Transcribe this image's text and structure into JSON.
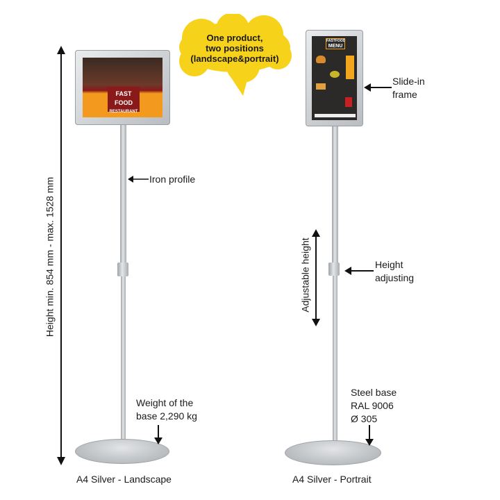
{
  "callout": {
    "lines": [
      "One product,",
      "two positions",
      "(landscape&portrait)"
    ]
  },
  "dimension": {
    "height": "Height min. 854 mm - max. 1528 mm"
  },
  "labels": {
    "iron_profile": "Iron profile",
    "slide_in_frame": [
      "Slide-in",
      "frame"
    ],
    "height_adjusting": [
      "Height",
      "adjusting"
    ],
    "adjustable_height": "Adjustable height",
    "weight": [
      "Weight of  the",
      "base 2,290 kg"
    ],
    "steel_base": [
      "Steel base",
      "RAL 9006",
      "Ø  305"
    ]
  },
  "posters": {
    "landscape": {
      "title": "FAST FOOD",
      "subtitle": "RESTAURANT"
    },
    "portrait": {
      "title": "FASTFOOD",
      "subtitle": "MENU"
    }
  },
  "captions": {
    "landscape": "A4 Silver - Landscape",
    "portrait": "A4 Silver - Portrait"
  },
  "colors": {
    "bubble": "#f7d21a",
    "poster_orange": "#f39a1e",
    "poster_red": "#8a1a1a",
    "silver": "#c4c7ca"
  }
}
